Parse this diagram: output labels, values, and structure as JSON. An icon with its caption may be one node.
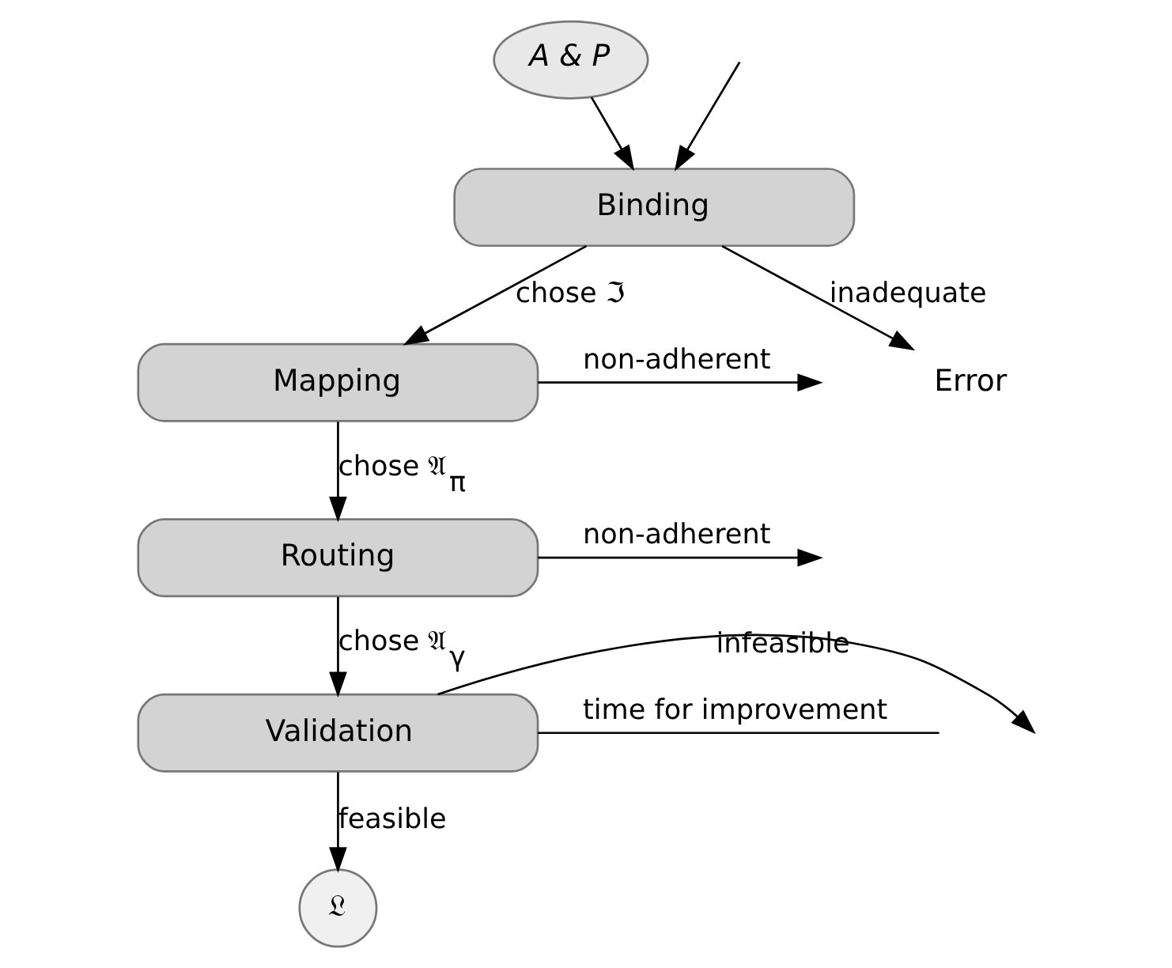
{
  "diagram": {
    "nodes": [
      {
        "text": [
          "A & P"
        ]
      },
      {
        "text": [
          "Binding"
        ]
      },
      {
        "text": [
          "Mapping"
        ]
      },
      {
        "text": [
          "Routing"
        ]
      },
      {
        "text": [
          "Validation"
        ]
      },
      {
        "text": [
          "𝔏"
        ]
      },
      {
        "text": [
          "Error"
        ]
      }
    ],
    "edges": [
      {
        "from": 0,
        "to": 1,
        "arrow": "to"
      },
      {
        "from": null,
        "to": 1,
        "arrow": "to"
      },
      {
        "from": 1,
        "to": 6,
        "arrow": "to",
        "label": "inadequate"
      },
      {
        "from": 1,
        "to": 2,
        "arrow": "to",
        "label": "chose ℑ"
      },
      {
        "from": 2,
        "to": null,
        "arrow": "to",
        "label": "non-adherent"
      },
      {
        "from": 2,
        "to": 3,
        "arrow": "to",
        "label": "chose 𝔄$_{π}$"
      },
      {
        "from": 3,
        "to": null,
        "arrow": "to",
        "label": "non-adherent"
      },
      {
        "from": 3,
        "to": 4,
        "arrow": "to",
        "label": "chose 𝔄$_{γ}$"
      },
      {
        "from": 4,
        "to": null,
        "arrow": "to",
        "label": "infeasible"
      },
      {
        "from": 4,
        "to": 5,
        "arrow": "to",
        "label": "feasible"
      },
      {
        "from": 4,
        "to": null,
        "arrow": "none",
        "label": "time for improvement"
      }
    ]
  }
}
